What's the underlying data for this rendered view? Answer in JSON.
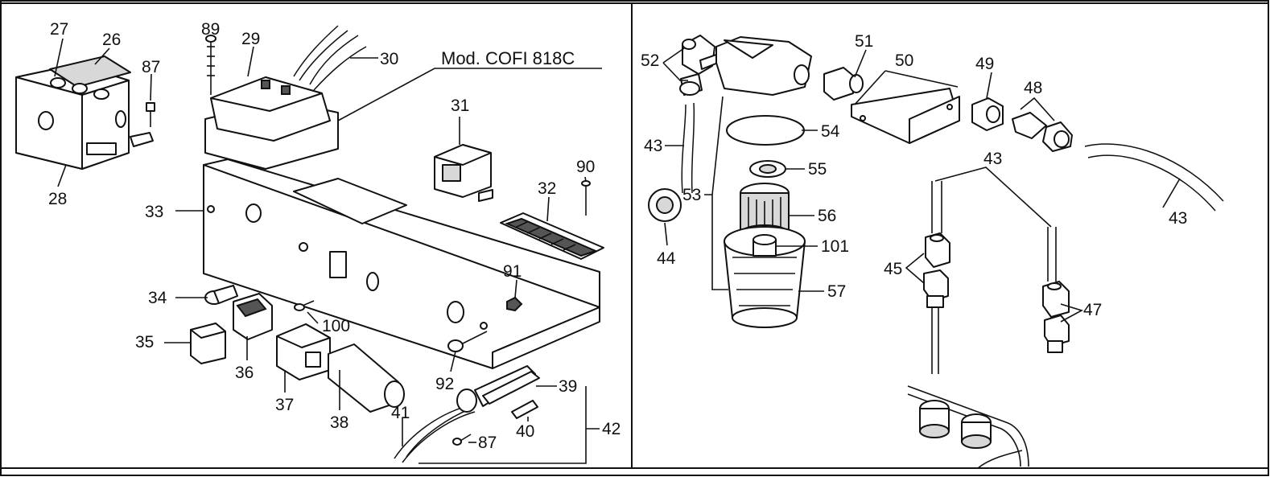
{
  "model_label": "Mod. COFI 818C",
  "left_panel": {
    "labels": [
      "27",
      "26",
      "87",
      "28",
      "89",
      "29",
      "30",
      "31",
      "90",
      "32",
      "33",
      "34",
      "35",
      "36",
      "100",
      "37",
      "38",
      "41",
      "92",
      "91",
      "39",
      "40",
      "87",
      "42"
    ]
  },
  "right_panel": {
    "labels": [
      "52",
      "51",
      "50",
      "49",
      "48",
      "54",
      "43",
      "55",
      "53",
      "56",
      "44",
      "101",
      "57",
      "43",
      "43",
      "45",
      "47"
    ]
  }
}
